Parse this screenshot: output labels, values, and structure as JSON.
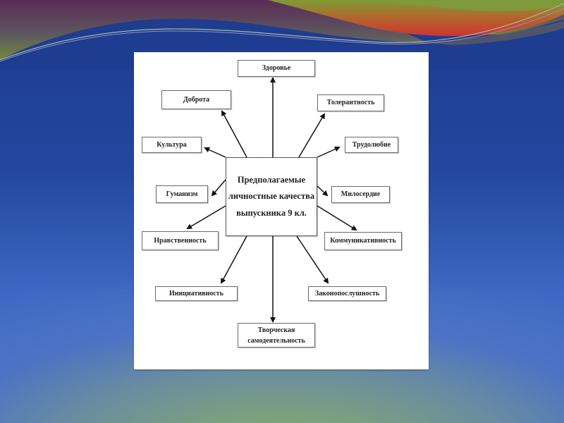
{
  "slide": {
    "colors": {
      "background_top": "#1c3a8e",
      "background_bottom": "#86a96f",
      "wave_red": "#c8372f",
      "wave_green": "#7e9a3a",
      "wave_purple": "#5c3565",
      "figure_bg": "#ffffff",
      "line": "#111111"
    }
  },
  "diagram": {
    "center": {
      "line1": "Предполагаемые",
      "line2": "личностные качества",
      "line3": "выпускника 9 кл."
    },
    "nodes": [
      {
        "id": "zdorovie",
        "label": "Здоровье"
      },
      {
        "id": "dobrota",
        "label": "Доброта"
      },
      {
        "id": "tolerantnost",
        "label": "Толерантность"
      },
      {
        "id": "kultura",
        "label": "Культура"
      },
      {
        "id": "trudolyubie",
        "label": "Трудолюбие"
      },
      {
        "id": "gumanizm",
        "label": "Гуманизм"
      },
      {
        "id": "miloserdie",
        "label": "Милосердие"
      },
      {
        "id": "nravstvennost",
        "label": "Нравственность"
      },
      {
        "id": "kommunikativnost",
        "label": "Коммуникативность"
      },
      {
        "id": "initsiativnost",
        "label": "Инициативность"
      },
      {
        "id": "zakonoposlushnost",
        "label": "Законопослушность"
      },
      {
        "id": "tvorcheskaya",
        "label_line1": "Творческая",
        "label_line2": "самодеятельность"
      }
    ],
    "edges": [
      {
        "from": "center",
        "to": "zdorovie"
      },
      {
        "from": "center",
        "to": "dobrota"
      },
      {
        "from": "center",
        "to": "tolerantnost"
      },
      {
        "from": "center",
        "to": "kultura"
      },
      {
        "from": "center",
        "to": "trudolyubie"
      },
      {
        "from": "center",
        "to": "gumanizm"
      },
      {
        "from": "center",
        "to": "miloserdie"
      },
      {
        "from": "center",
        "to": "nravstvennost"
      },
      {
        "from": "center",
        "to": "kommunikativnost"
      },
      {
        "from": "center",
        "to": "initsiativnost"
      },
      {
        "from": "center",
        "to": "zakonoposlushnost"
      },
      {
        "from": "center",
        "to": "tvorcheskaya"
      }
    ]
  }
}
